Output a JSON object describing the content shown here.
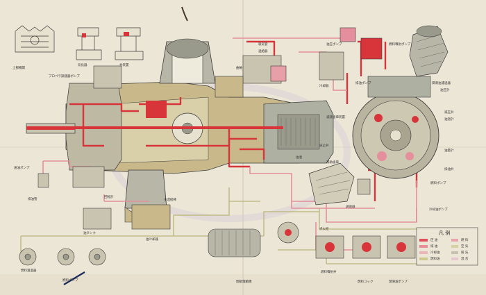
{
  "diagram": {
    "colors": {
      "paper": "#ece6d6",
      "oil_pressure": "#d8353b",
      "oil_return": "#e8a0a8",
      "fuel": "#b9b57a",
      "metal": "#9a9a8c",
      "section_fill": "#c9b98a",
      "outline": "#3a3a3a"
    },
    "labels": {
      "top_left_1": "上部機関",
      "top_left_2": "気化器",
      "top_left_3": "弁装置",
      "top_mid_1": "プロペラ調速器ポンプ",
      "top_mid_2": "吸気管",
      "top_mid_3": "過給器",
      "top_right_1": "油圧ポンプ",
      "top_right_2": "燃料噴射ポンプ",
      "top_right_3": "排油ポンプ",
      "top_right_4": "冷却器",
      "right_1": "潤滑油濾過器",
      "right_2": "油圧計",
      "right_3": "減圧弁",
      "right_4": "油温計",
      "right_5": "油量計",
      "right_6": "排油弁",
      "right_7": "燃料ポンプ",
      "right_8": "冷却油ポンプ",
      "mid_1": "減速歯車装置",
      "mid_2": "主連接棒",
      "mid_3": "曲軸",
      "mid_4": "油溜",
      "mid_5": "調速器",
      "mid_6": "補助歯車",
      "mid_7": "逆止弁",
      "left_1": "送油ポンプ",
      "left_2": "排油管",
      "left_3": "回転計",
      "bottom_1": "油タンク",
      "bottom_2": "燃料濾過器",
      "bottom_3": "燃料ポンプ",
      "bottom_4": "始動電動機",
      "bottom_5": "油冷却器",
      "bottom_6": "燃料噴射弁",
      "bottom_7": "燃料コック",
      "bottom_8": "潤滑油ポンプ",
      "bottom_9": "点火栓"
    },
    "legend": {
      "title": "凡 例",
      "rows": [
        {
          "label": "圧 油",
          "color": "#e0505a",
          "label2": "燃 料",
          "color2": "#e7a4ad"
        },
        {
          "label": "排 油",
          "color": "#e88e98",
          "label2": "空 気",
          "color2": "#d7d0a2"
        },
        {
          "label": "冷却油",
          "color": "#e9b5bb",
          "label2": "排 気",
          "color2": "#c6c2b0"
        },
        {
          "label": "燃料油",
          "color": "#cfc890",
          "label2": "混 合",
          "color2": "#e3c9cd"
        }
      ]
    }
  }
}
